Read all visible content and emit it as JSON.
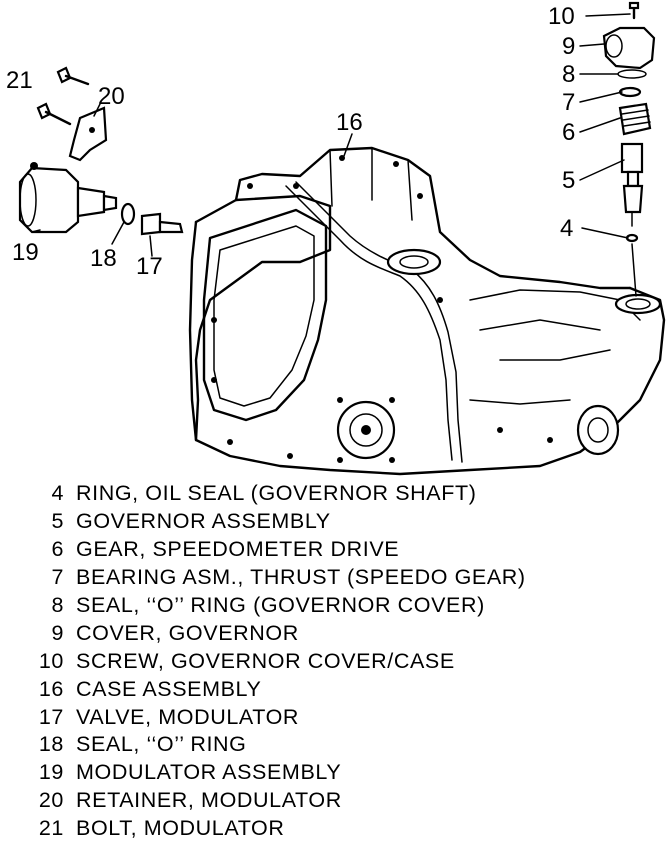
{
  "callouts": {
    "c4": "4",
    "c5": "5",
    "c6": "6",
    "c7": "7",
    "c8": "8",
    "c9": "9",
    "c10": "10",
    "c16": "16",
    "c17": "17",
    "c18": "18",
    "c19": "19",
    "c20": "20",
    "c21": "21"
  },
  "legend": [
    {
      "number": "4",
      "text": "RING, OIL SEAL (GOVERNOR SHAFT)"
    },
    {
      "number": "5",
      "text": "GOVERNOR ASSEMBLY"
    },
    {
      "number": "6",
      "text": "GEAR, SPEEDOMETER DRIVE"
    },
    {
      "number": "7",
      "text": "BEARING ASM., THRUST (SPEEDO GEAR)"
    },
    {
      "number": "8",
      "text": "SEAL, ‘‘O’’ RING (GOVERNOR COVER)"
    },
    {
      "number": "9",
      "text": "COVER, GOVERNOR"
    },
    {
      "number": "10",
      "text": "SCREW, GOVERNOR COVER/CASE"
    },
    {
      "number": "16",
      "text": "CASE ASSEMBLY"
    },
    {
      "number": "17",
      "text": "VALVE, MODULATOR"
    },
    {
      "number": "18",
      "text": "SEAL, ‘‘O’’ RING"
    },
    {
      "number": "19",
      "text": "MODULATOR ASSEMBLY"
    },
    {
      "number": "20",
      "text": "RETAINER, MODULATOR"
    },
    {
      "number": "21",
      "text": "BOLT, MODULATOR"
    }
  ]
}
